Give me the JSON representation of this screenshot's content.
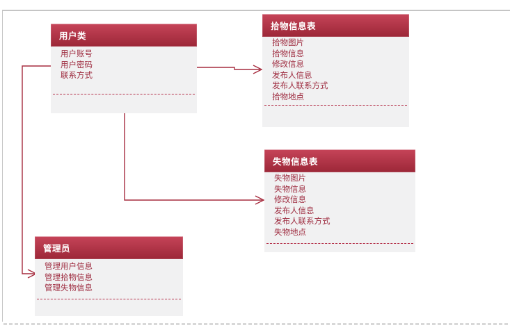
{
  "diagram": {
    "entities": [
      {
        "id": "user-class",
        "title": "用户类",
        "fields": [
          "用户账号",
          "用户密码",
          "联系方式"
        ]
      },
      {
        "id": "found-item-table",
        "title": "拾物信息表",
        "fields": [
          "拾物图片",
          "拾物信息",
          "修改信息",
          "发布人信息",
          "发布人联系方式",
          "拾物地点"
        ]
      },
      {
        "id": "lost-item-table",
        "title": "失物信息表",
        "fields": [
          "失物图片",
          "失物信息",
          "修改信息",
          "发布人信息",
          "发布人联系方式",
          "失物地点"
        ]
      },
      {
        "id": "admin",
        "title": "管理员",
        "fields": [
          "管理用户信息",
          "管理拾物信息",
          "管理失物信息"
        ]
      }
    ],
    "relations": [
      {
        "from": "user-class",
        "to": "found-item-table",
        "style": "open-arrow"
      },
      {
        "from": "user-class",
        "to": "lost-item-table",
        "style": "open-arrow"
      },
      {
        "from": "user-class",
        "to": "admin",
        "style": "open-arrow"
      }
    ],
    "colors": {
      "header_top": "#c64459",
      "header_bottom": "#9c2738",
      "body_bg": "#f1f1f2",
      "field_text": "#9e2b3f",
      "divider": "#b5314a",
      "connector": "#a62c3e",
      "page_border": "#c5c5c5",
      "page_border_dash": "#d8d8d8"
    }
  }
}
